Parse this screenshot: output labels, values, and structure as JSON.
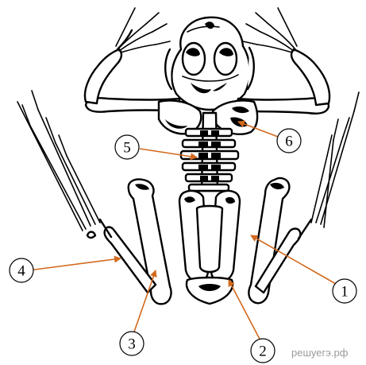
{
  "diagram": {
    "colors": {
      "leader": "#d2691e",
      "bone_outline": "#000000",
      "bone_fill": "#ffffff",
      "callout_outline": "#000000",
      "watermark": "#9a9a9a"
    },
    "callouts": [
      {
        "label": "1"
      },
      {
        "label": "2"
      },
      {
        "label": "3"
      },
      {
        "label": "4"
      },
      {
        "label": "5"
      },
      {
        "label": "6"
      }
    ],
    "watermark": "решуегэ.рф"
  }
}
